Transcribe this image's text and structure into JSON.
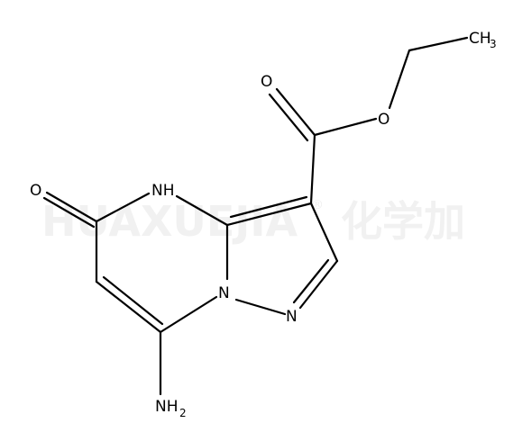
{
  "watermark": {
    "latin": "HUAXUEJIA",
    "registered": "®",
    "cjk": "化学加"
  },
  "atoms": {
    "carbonyl_o_left": "O",
    "nh": "NH",
    "ester_o_double": "O",
    "ester_o_single": "O",
    "ring_n_bridge": "N",
    "ring_n_pyrazole": "N",
    "amino_nh": "NH",
    "amino_sub": "2",
    "methyl_ch": "CH",
    "methyl_sub": "3"
  }
}
